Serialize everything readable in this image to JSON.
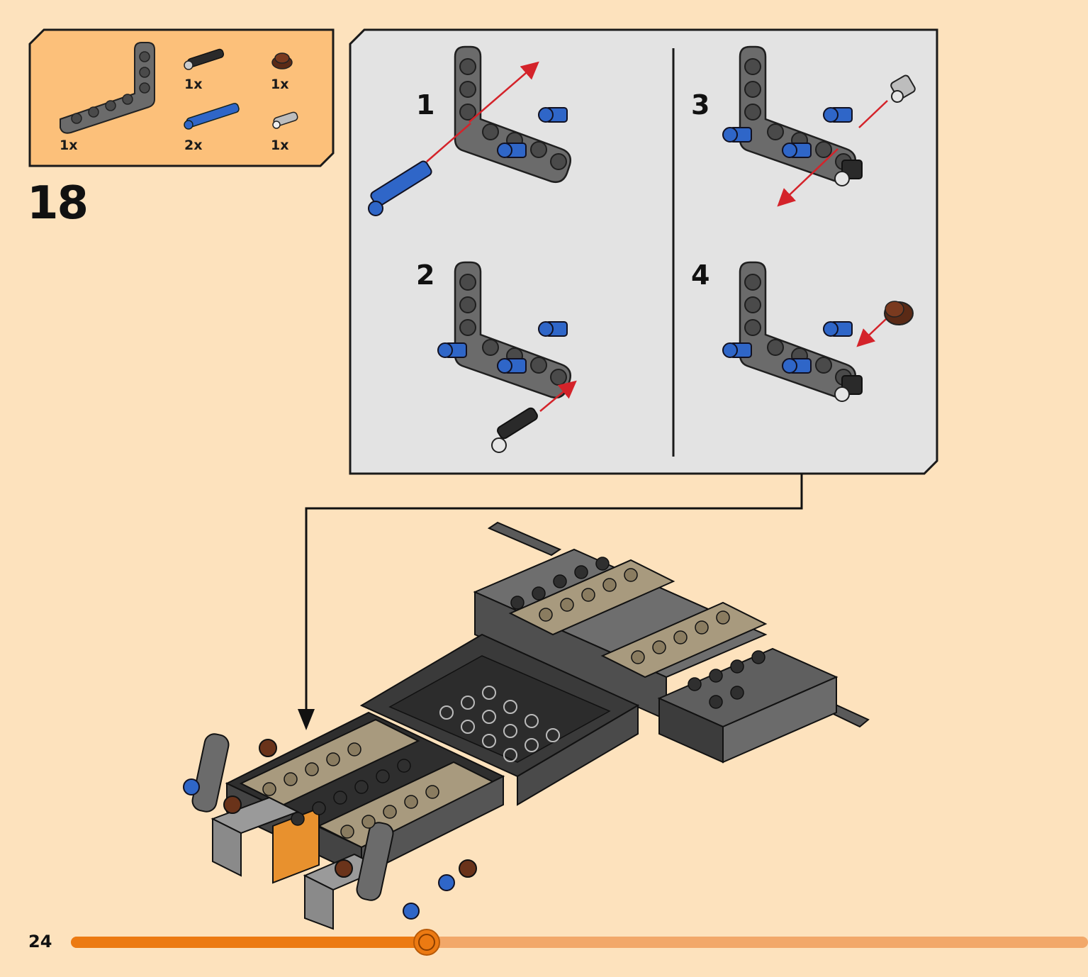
{
  "step": {
    "number": "18"
  },
  "parts_list": [
    {
      "name": "gray-l-beam",
      "qty": "1x"
    },
    {
      "name": "black-connector-pin",
      "qty": "1x"
    },
    {
      "name": "brown-round-plate",
      "qty": "1x"
    },
    {
      "name": "blue-axle-pin",
      "qty": "2x"
    },
    {
      "name": "light-gray-pin-connector",
      "qty": "1x"
    }
  ],
  "substeps": [
    {
      "number": "1"
    },
    {
      "number": "2"
    },
    {
      "number": "3"
    },
    {
      "number": "4"
    }
  ],
  "page": {
    "number": "24",
    "progress": 0.35
  },
  "colors": {
    "background": "#fde2bd",
    "parts_box": "#fcc07a",
    "panel": "#e3e3e3",
    "beam": "#6b6b6b",
    "pin_blue": "#2f66c8",
    "arrow_red": "#d4232a",
    "progress_fill": "#ec7a12",
    "progress_track": "#f2a86a"
  }
}
